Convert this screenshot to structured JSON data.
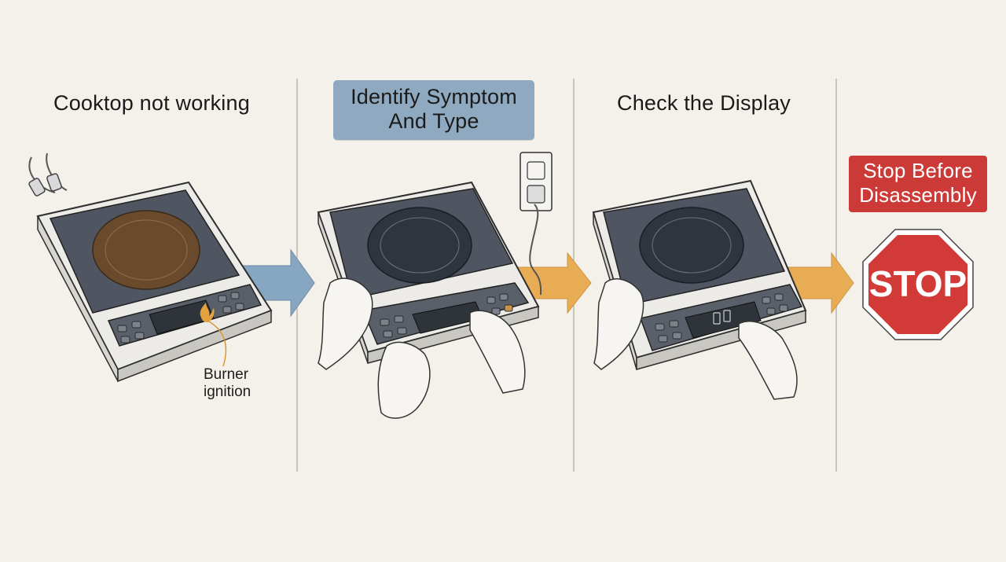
{
  "panels": [
    {
      "title": "Cooktop not working"
    },
    {
      "title": "Identify Symptom\nAnd Type"
    },
    {
      "title": "Check the Display"
    },
    {
      "title": "Stop Before\nDisassembly"
    }
  ],
  "callouts": {
    "burner_label": "Burner\nignition"
  },
  "stop_sign": {
    "text": "STOP"
  },
  "colors": {
    "background": "#f4f1ea",
    "highlight_box": "#8faac0",
    "warning_red": "#cc3a37",
    "arrow_blue": "#87a6c1",
    "arrow_orange": "#e8ac55"
  }
}
